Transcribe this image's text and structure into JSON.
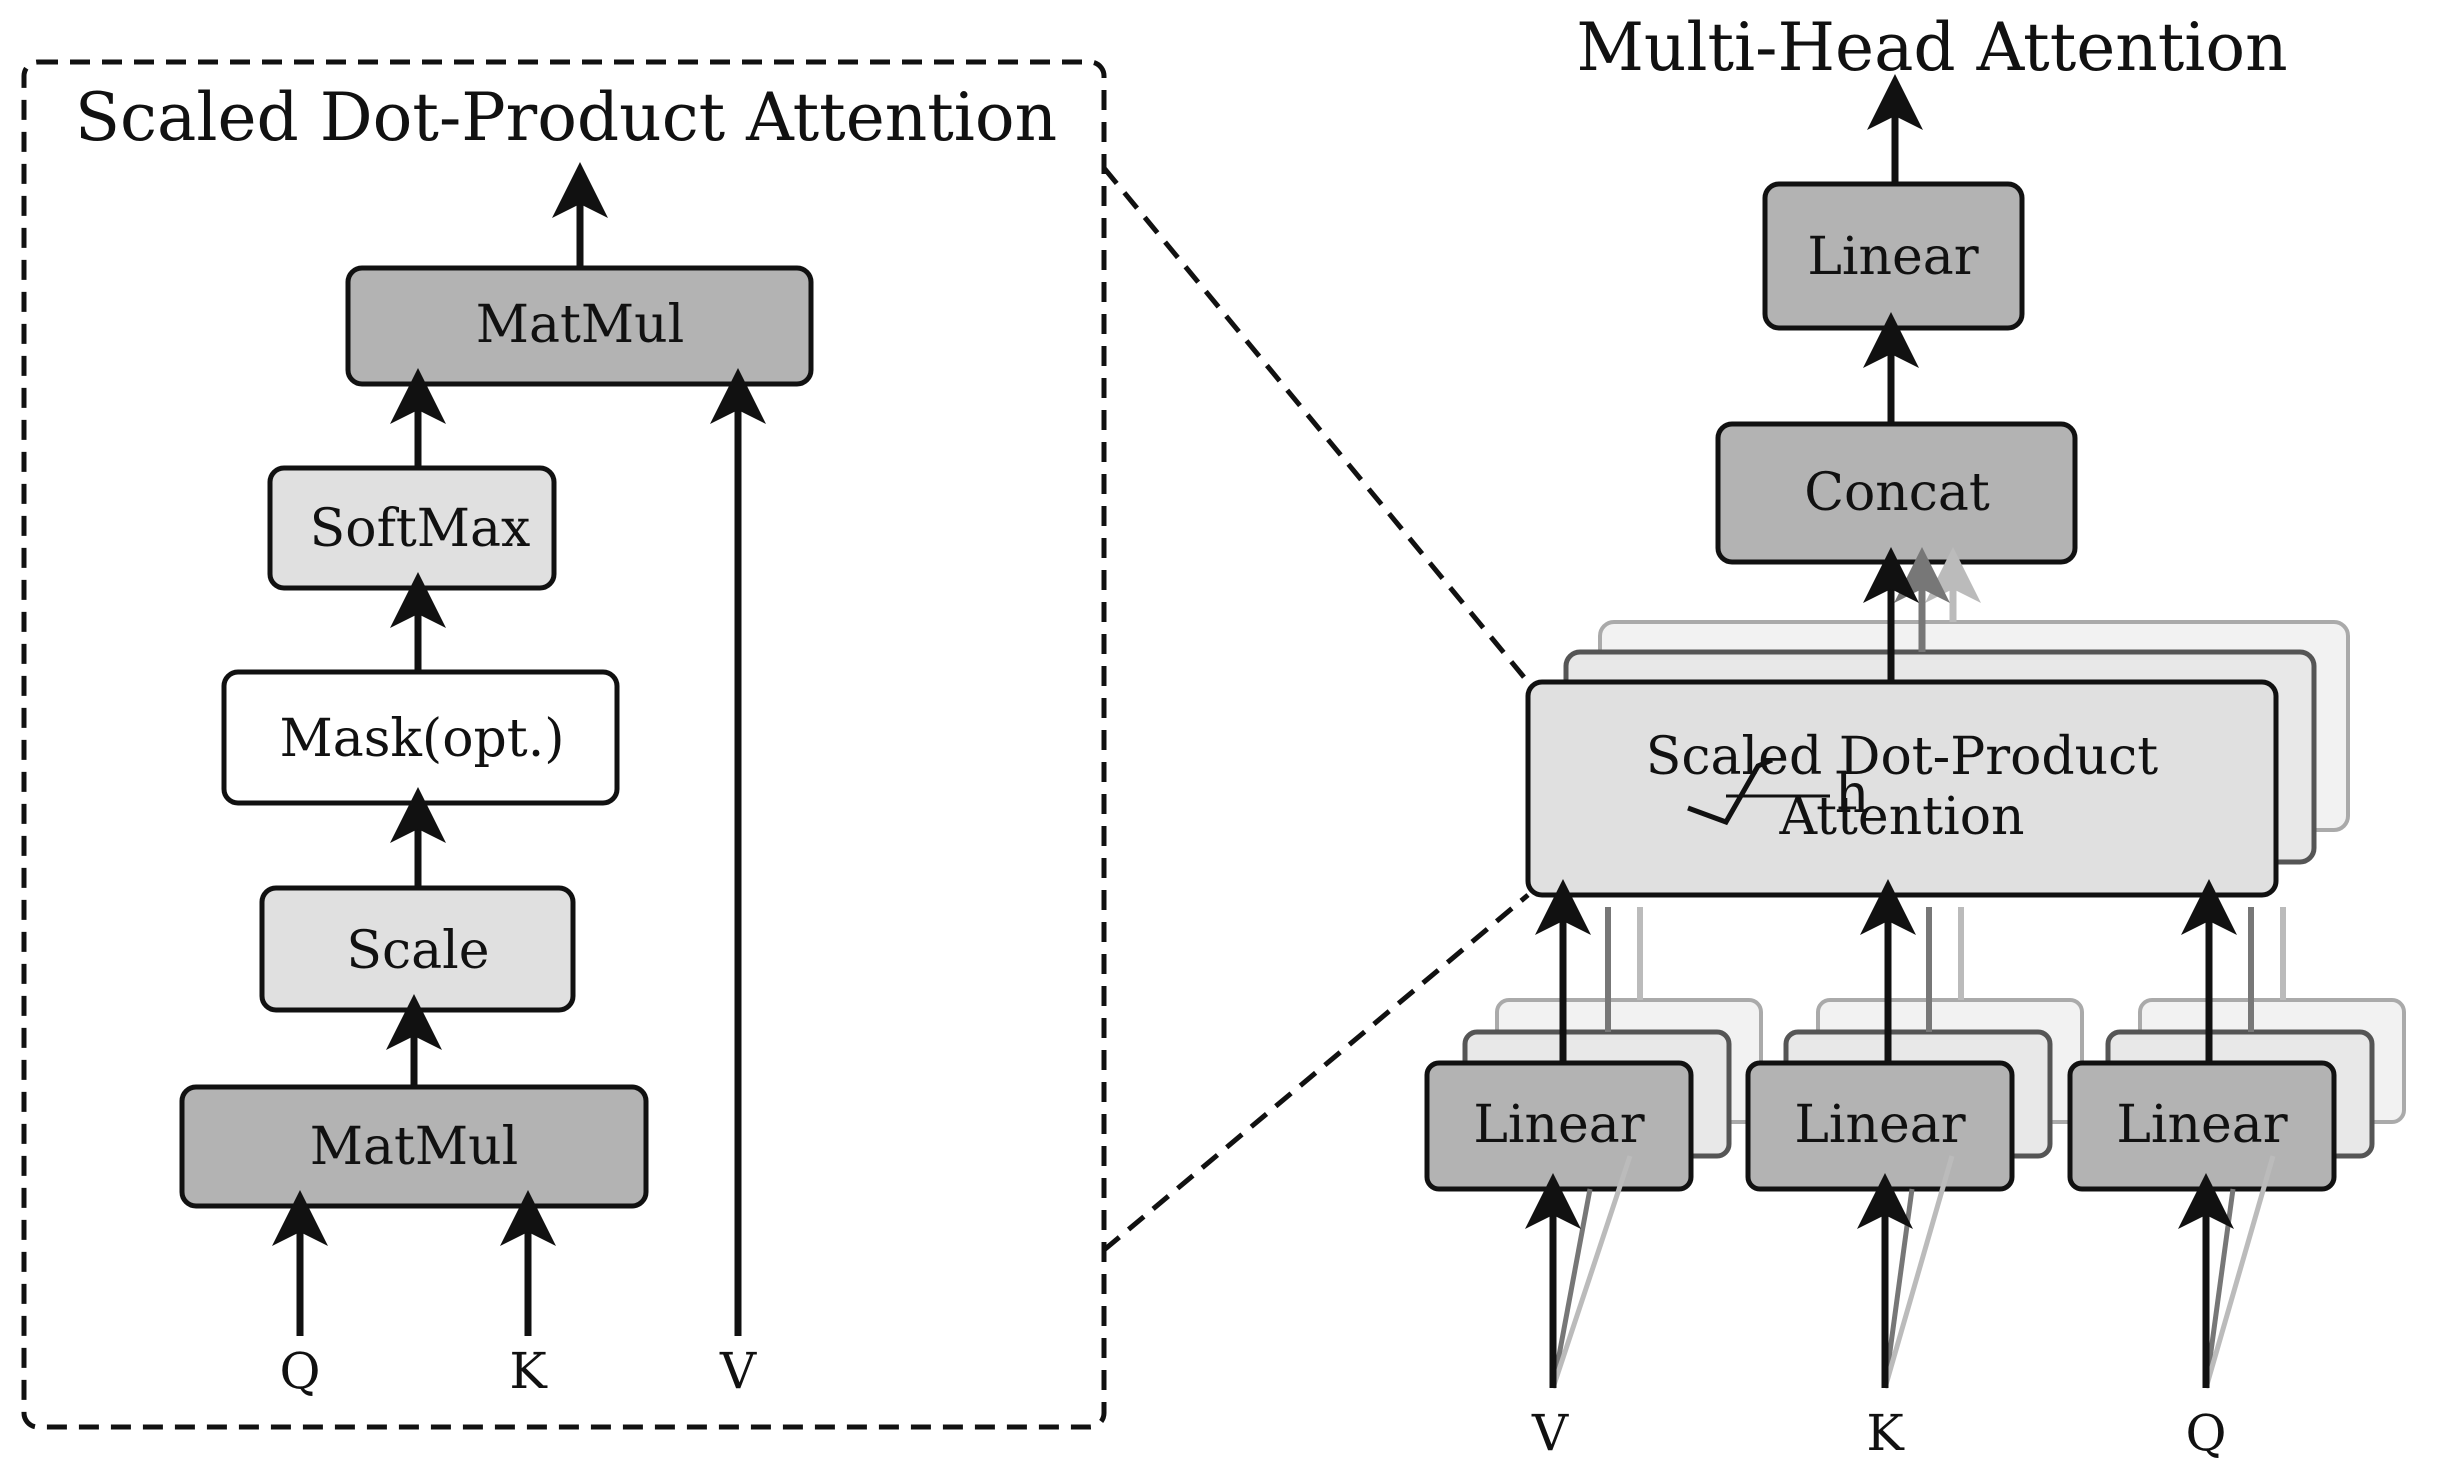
{
  "sdpa_panel": {
    "title": "Scaled Dot-Product Attention",
    "matmul_top": "MatMul",
    "softmax": "SoftMax",
    "mask": "Mask(opt.)",
    "scale": "Scale",
    "matmul_bottom": "MatMul",
    "inputs": [
      "Q",
      "K",
      "V"
    ]
  },
  "mha_panel": {
    "title": "Multi-Head Attention",
    "linear_out": "Linear",
    "concat": "Concat",
    "sdpa_line1": "Scaled Dot-Product",
    "sdpa_line2": "Attention",
    "heads_label": "h",
    "linears": [
      "Linear",
      "Linear",
      "Linear"
    ],
    "inputs": [
      "V",
      "K",
      "Q"
    ]
  },
  "colors": {
    "dark_box": "#b3b3b3",
    "light_box": "#e0e0e0",
    "white_box": "#ffffff",
    "stroke": "#111111"
  }
}
